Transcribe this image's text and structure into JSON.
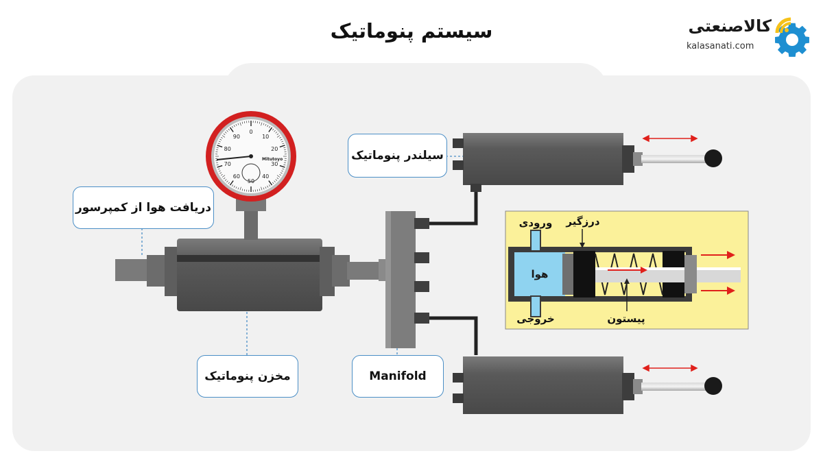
{
  "header": {
    "title": "سیستم پنوماتیک"
  },
  "brand": {
    "name": "کالاصنعتی",
    "url": "kalasanati.com",
    "accent": "#1e8fd1",
    "accent2": "#f6c21a"
  },
  "callouts": {
    "compressor_input": "دریافت هوا از کمپرسور",
    "reservoir": "مخزن پنوماتیک",
    "manifold": "Manifold",
    "cylinder": "سیلندر پنوماتیک"
  },
  "gauge": {
    "brand": "Mitutoyo",
    "ticks": [
      "0",
      "10",
      "20",
      "30",
      "40",
      "50",
      "60",
      "70",
      "80",
      "90"
    ]
  },
  "detail": {
    "inlet": "ورودی",
    "outlet": "خروجی",
    "seal": "درزگیر",
    "piston": "پیستون",
    "air": "هوا",
    "background": "#fbf19a",
    "air_color": "#8fd3f0"
  },
  "colors": {
    "callout_border": "#4a8ec6",
    "panel": "#f1f1f1",
    "arrow": "#e0201b",
    "gauge_ring": "#d22020"
  }
}
